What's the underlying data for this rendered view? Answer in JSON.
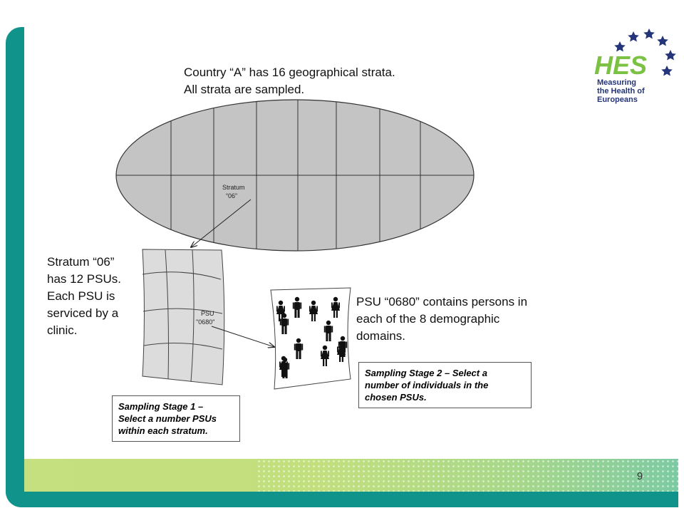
{
  "slide": {
    "page_number": "9",
    "colors": {
      "frame": "#0f938a",
      "band": "#c2df7d",
      "logo_green": "#7bc143",
      "logo_blue": "#24357a"
    },
    "logo": {
      "letters": "HES",
      "tagline": [
        "Measuring",
        "the Health of",
        "Europeans"
      ]
    },
    "country_text": [
      "Country “A” has 16 geographical strata.",
      "All strata are sampled."
    ],
    "stratum_text": [
      "Stratum “06”",
      "has 12 PSUs.",
      "Each PSU is",
      "serviced by a",
      "clinic."
    ],
    "psu_text": [
      "PSU “0680” contains persons in",
      "each of the 8 demographic",
      "domains."
    ],
    "stage1_box": [
      "Sampling Stage 1 –",
      "Select a number PSUs",
      "within each stratum."
    ],
    "stage2_box": [
      "Sampling Stage 2 – Select a",
      "number of individuals in the",
      "chosen PSUs."
    ],
    "ellipse_label": [
      "Stratum",
      "“06”"
    ],
    "grid_label": [
      "PSU",
      "\"0680\""
    ],
    "people_icons": [
      "female-icon",
      "male-icon",
      "female-icon",
      "female-icon",
      "male-icon",
      "male-icon",
      "male-icon",
      "male-icon",
      "male-icon",
      "female-icon",
      "female-icon",
      "female-icon"
    ]
  }
}
